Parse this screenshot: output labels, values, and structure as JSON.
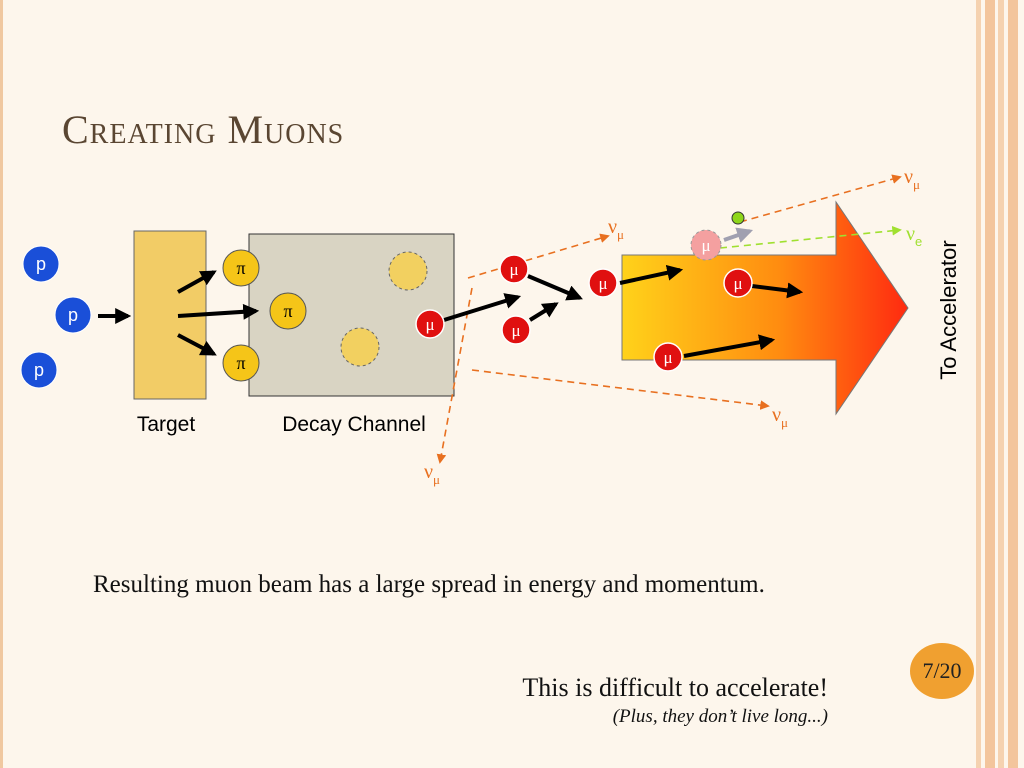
{
  "slide": {
    "title": "Creating Muons",
    "body": "Resulting muon beam has a large spread in energy and momentum.",
    "remark": "This is difficult to accelerate!",
    "aside": "(Plus, they don’t live long...)",
    "page_number": "7/20"
  },
  "diagram": {
    "proton_symbol": "p",
    "pion_symbol": "π",
    "muon_symbol": "μ",
    "nu_symbol": "ν",
    "nu_mu_subscript": "μ",
    "nu_e_subscript": "e",
    "labels": {
      "target": "Target",
      "decay_channel": "Decay Channel",
      "to_accelerator": "To Accelerator"
    },
    "colors": {
      "proton": "#1a4fd8",
      "pion": "#f5c518",
      "muon": "#e01010",
      "decayed_muon": "#f4a0a0",
      "electron": "#8ed61a",
      "target": "#f2cc66",
      "decay_channel": "#d9d4c3",
      "neutrino_line": "#e87020",
      "nu_e_line": "#a0e030",
      "title": "#5a4632",
      "page_badge": "#f0a030"
    }
  }
}
